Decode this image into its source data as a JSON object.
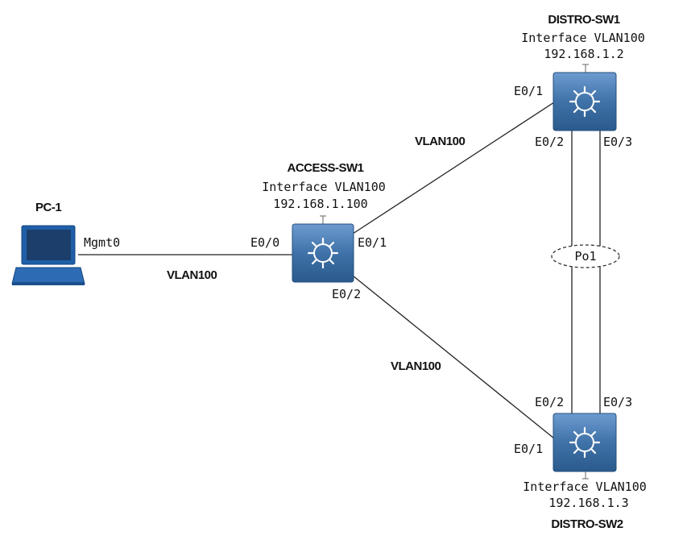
{
  "nodes": {
    "pc1": {
      "name": "PC-1",
      "interface": "Mgmt0"
    },
    "access": {
      "name": "ACCESS-SW1",
      "vlan_if": "Interface VLAN100",
      "ip": "192.168.1.100"
    },
    "distro1": {
      "name": "DISTRO-SW1",
      "vlan_if": "Interface VLAN100",
      "ip": "192.168.1.2"
    },
    "distro2": {
      "name": "DISTRO-SW2",
      "vlan_if": "Interface VLAN100",
      "ip": "192.168.1.3"
    }
  },
  "links": {
    "pc_access": {
      "vlan": "VLAN100",
      "access_port": "E0/0"
    },
    "access_distro1": {
      "vlan": "VLAN100",
      "access_port": "E0/1",
      "distro_port": "E0/1"
    },
    "access_distro2": {
      "vlan": "VLAN100",
      "access_port": "E0/2",
      "distro_port": "E0/1"
    },
    "portchannel": {
      "name": "Po1",
      "distro1_ports": [
        "E0/2",
        "E0/3"
      ],
      "distro2_ports": [
        "E0/2",
        "E0/3"
      ]
    }
  },
  "colors": {
    "switch_fill": "#3f72a8",
    "switch_dark": "#2b5a8c",
    "switch_light": "#6d9bd0",
    "laptop_blue": "#1f5fa8",
    "line": "#222222"
  }
}
